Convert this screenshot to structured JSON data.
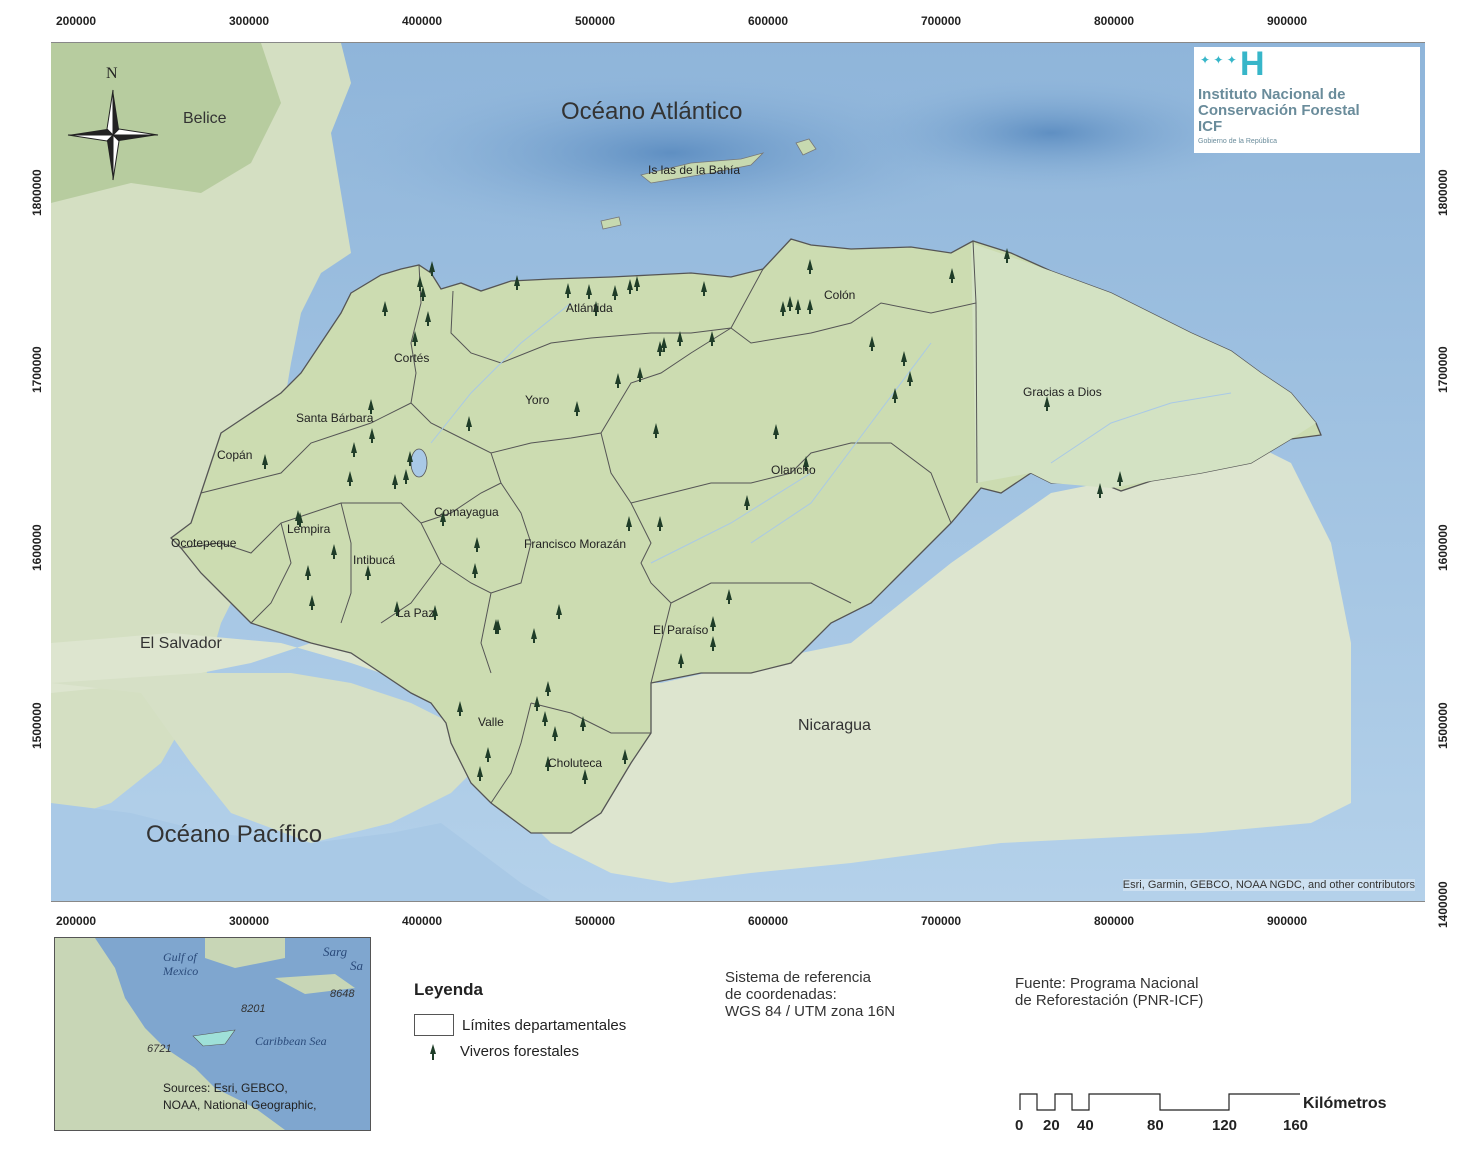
{
  "axes": {
    "x_ticks": [
      "200000",
      "300000",
      "400000",
      "500000",
      "600000",
      "700000",
      "800000",
      "900000"
    ],
    "y_ticks": [
      "1800000",
      "1700000",
      "1600000",
      "1500000",
      "1400000"
    ]
  },
  "map": {
    "oceans": {
      "atlantic": "Océano Atlántico",
      "pacific": "Océano Pacífico"
    },
    "countries": {
      "belize": "Belice",
      "el_salvador": "El Salvador",
      "nicaragua": "Nicaragua"
    },
    "islands": "Is las de la Bahía",
    "departments": [
      "Atlántida",
      "Colón",
      "Cortés",
      "Yoro",
      "Santa Bárbara",
      "Gracias a Dios",
      "Copán",
      "Olancho",
      "Comayagua",
      "Ocotepeque",
      "Lempira",
      "Francisco Morazán",
      "Intibucá",
      "La Paz",
      "El Paraíso",
      "Valle",
      "Choluteca"
    ],
    "north": "N",
    "attribution": "Esri, Garmin, GEBCO, NOAA NGDC, and other contributors",
    "colors": {
      "sea": "#a9c9e6",
      "deep_sea": "#7da8d3",
      "land": "#d9e3c9",
      "forest": "#b9cfa2",
      "outline": "#555555",
      "marker": "#1f3d28"
    }
  },
  "logo": {
    "letter": "H",
    "line1": "Instituto Nacional de",
    "line2": "Conservación Forestal",
    "line3": "ICF",
    "small": "Gobierno de la República",
    "color": "#37b6c9"
  },
  "inset": {
    "labels": [
      "Gulf of",
      "Mexico",
      "Sarg",
      "Sa",
      "8201",
      "8648",
      "Caribbean Sea",
      "6721"
    ],
    "sources": "Sources: Esri, GEBCO,\nNOAA, National Geographic,"
  },
  "legend": {
    "title": "Leyenda",
    "items": [
      {
        "label": "Límites departamentales"
      },
      {
        "label": "Viveros forestales"
      }
    ]
  },
  "crs": {
    "text": "Sistema de referencia\nde coordenadas:\nWGS 84 / UTM zona 16N"
  },
  "source": {
    "text": "Fuente: Programa Nacional\nde Reforestación (PNR-ICF)"
  },
  "scale": {
    "unit": "Kilómetros",
    "values": [
      "0",
      "20",
      "40",
      "80",
      "120",
      "160"
    ]
  },
  "nurseries": [
    [
      385,
      310
    ],
    [
      420,
      285
    ],
    [
      423,
      295
    ],
    [
      428,
      320
    ],
    [
      432,
      270
    ],
    [
      415,
      340
    ],
    [
      371,
      408
    ],
    [
      354,
      451
    ],
    [
      372,
      437
    ],
    [
      350,
      480
    ],
    [
      395,
      483
    ],
    [
      406,
      478
    ],
    [
      410,
      460
    ],
    [
      298,
      519
    ],
    [
      300,
      521
    ],
    [
      265,
      463
    ],
    [
      308,
      574
    ],
    [
      312,
      604
    ],
    [
      334,
      553
    ],
    [
      368,
      574
    ],
    [
      397,
      610
    ],
    [
      435,
      614
    ],
    [
      469,
      425
    ],
    [
      443,
      520
    ],
    [
      477,
      546
    ],
    [
      475,
      572
    ],
    [
      498,
      628
    ],
    [
      517,
      284
    ],
    [
      568,
      292
    ],
    [
      589,
      293
    ],
    [
      596,
      310
    ],
    [
      615,
      294
    ],
    [
      630,
      288
    ],
    [
      637,
      285
    ],
    [
      704,
      290
    ],
    [
      660,
      350
    ],
    [
      664,
      346
    ],
    [
      640,
      376
    ],
    [
      618,
      382
    ],
    [
      577,
      410
    ],
    [
      656,
      432
    ],
    [
      660,
      525
    ],
    [
      629,
      525
    ],
    [
      712,
      340
    ],
    [
      680,
      340
    ],
    [
      810,
      268
    ],
    [
      783,
      310
    ],
    [
      790,
      305
    ],
    [
      798,
      308
    ],
    [
      810,
      308
    ],
    [
      872,
      345
    ],
    [
      904,
      360
    ],
    [
      910,
      380
    ],
    [
      895,
      397
    ],
    [
      952,
      277
    ],
    [
      1007,
      257
    ],
    [
      1047,
      405
    ],
    [
      776,
      433
    ],
    [
      747,
      504
    ],
    [
      806,
      465
    ],
    [
      1100,
      492
    ],
    [
      1120,
      480
    ],
    [
      460,
      710
    ],
    [
      537,
      705
    ],
    [
      548,
      690
    ],
    [
      545,
      720
    ],
    [
      555,
      735
    ],
    [
      583,
      725
    ],
    [
      625,
      758
    ],
    [
      585,
      778
    ],
    [
      548,
      765
    ],
    [
      480,
      775
    ],
    [
      488,
      756
    ],
    [
      729,
      598
    ],
    [
      713,
      625
    ],
    [
      713,
      645
    ],
    [
      681,
      662
    ],
    [
      559,
      613
    ],
    [
      534,
      637
    ],
    [
      496,
      628
    ]
  ]
}
